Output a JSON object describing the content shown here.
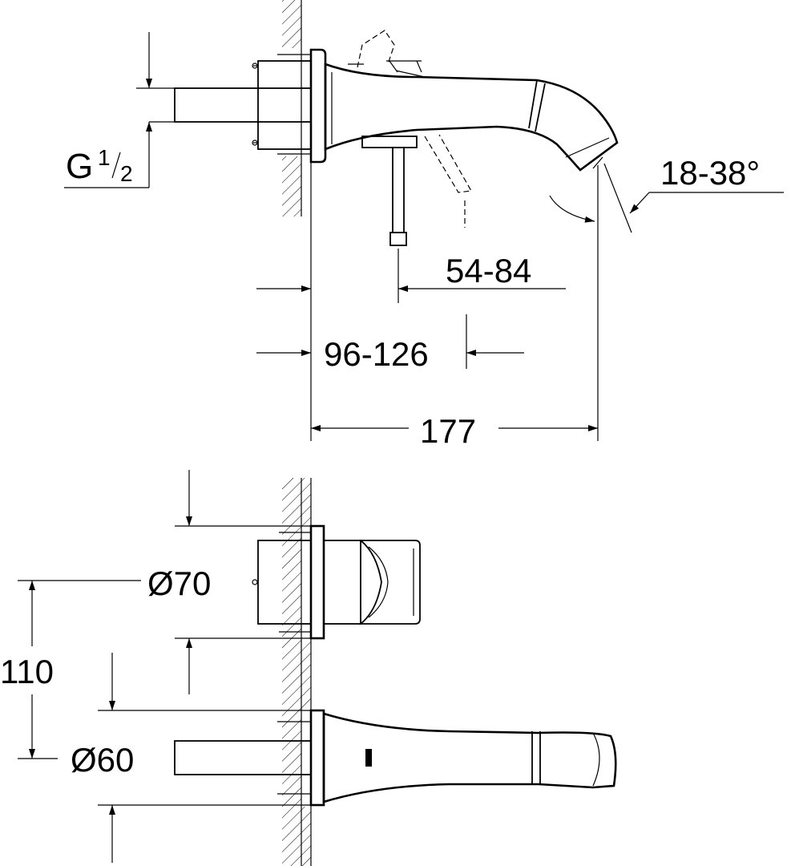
{
  "side_view": {
    "thread_label": {
      "prefix": "G",
      "num": "1",
      "den": "2"
    },
    "angle_label": "18-38°",
    "handle_projection_label": "54-84",
    "wall_depth_label": "96-126",
    "spout_reach_label": "177"
  },
  "top_view": {
    "handle_diameter_label": "Ø70",
    "spout_diameter_label": "Ø60",
    "center_distance_label": "110"
  }
}
